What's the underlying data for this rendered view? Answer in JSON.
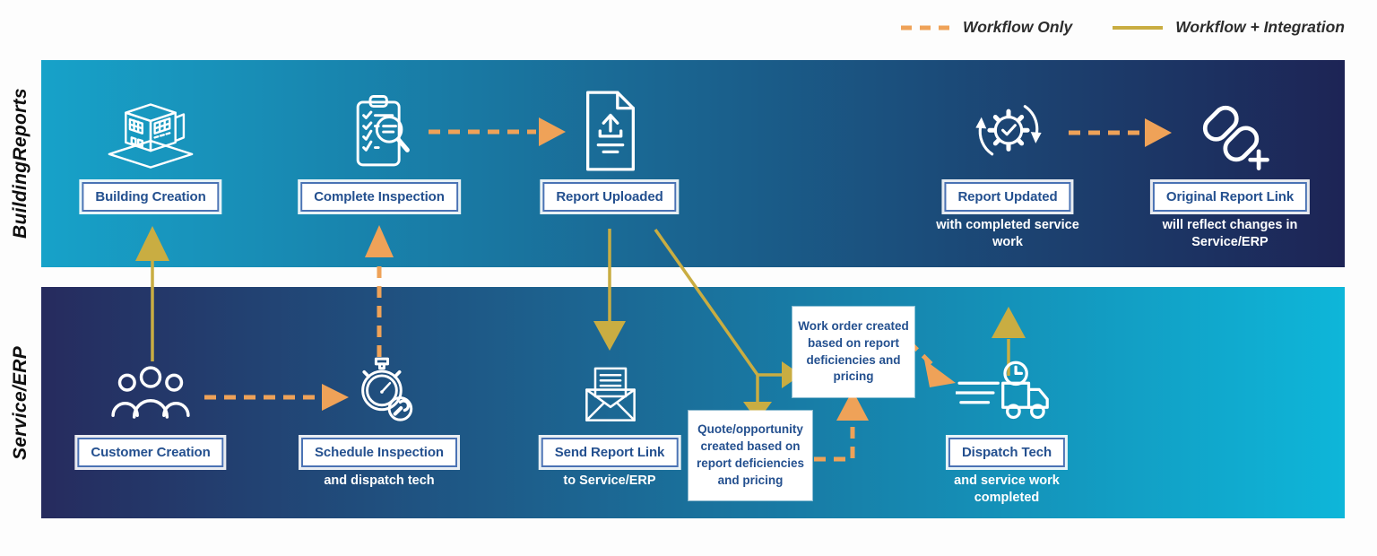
{
  "legend": {
    "items": [
      {
        "label": "Workflow Only",
        "style": "dashed"
      },
      {
        "label": "Workflow + Integration",
        "style": "solid"
      }
    ]
  },
  "lanes": [
    {
      "name": "BuildingReports"
    },
    {
      "name": "Service/ERP"
    }
  ],
  "nodes": {
    "building_creation": {
      "label": "Building Creation"
    },
    "complete_inspection": {
      "label": "Complete Inspection"
    },
    "report_uploaded": {
      "label": "Report Uploaded"
    },
    "report_updated": {
      "label": "Report Updated",
      "sublabel": "with completed service work"
    },
    "original_report_link": {
      "label": "Original Report Link",
      "sublabel": "will reflect changes in Service/ERP"
    },
    "customer_creation": {
      "label": "Customer Creation"
    },
    "schedule_inspection": {
      "label": "Schedule Inspection",
      "sublabel": "and dispatch tech"
    },
    "send_report_link": {
      "label": "Send Report Link",
      "sublabel": "to Service/ERP"
    },
    "dispatch_tech": {
      "label": "Dispatch Tech",
      "sublabel": "and service work completed"
    }
  },
  "notes": {
    "work_order": "Work order created based on report deficiencies and pricing",
    "quote": "Quote/opportunity created based on report deficiencies and pricing"
  },
  "colors": {
    "gold": "#c9ad42",
    "orange": "#efa258",
    "label_blue": "#24508f",
    "box_border": "#4a72b4",
    "lane1_start": "#17a2c9",
    "lane1_end": "#1d2455",
    "lane2_start": "#262b5e",
    "lane2_end": "#0eb6d9"
  }
}
